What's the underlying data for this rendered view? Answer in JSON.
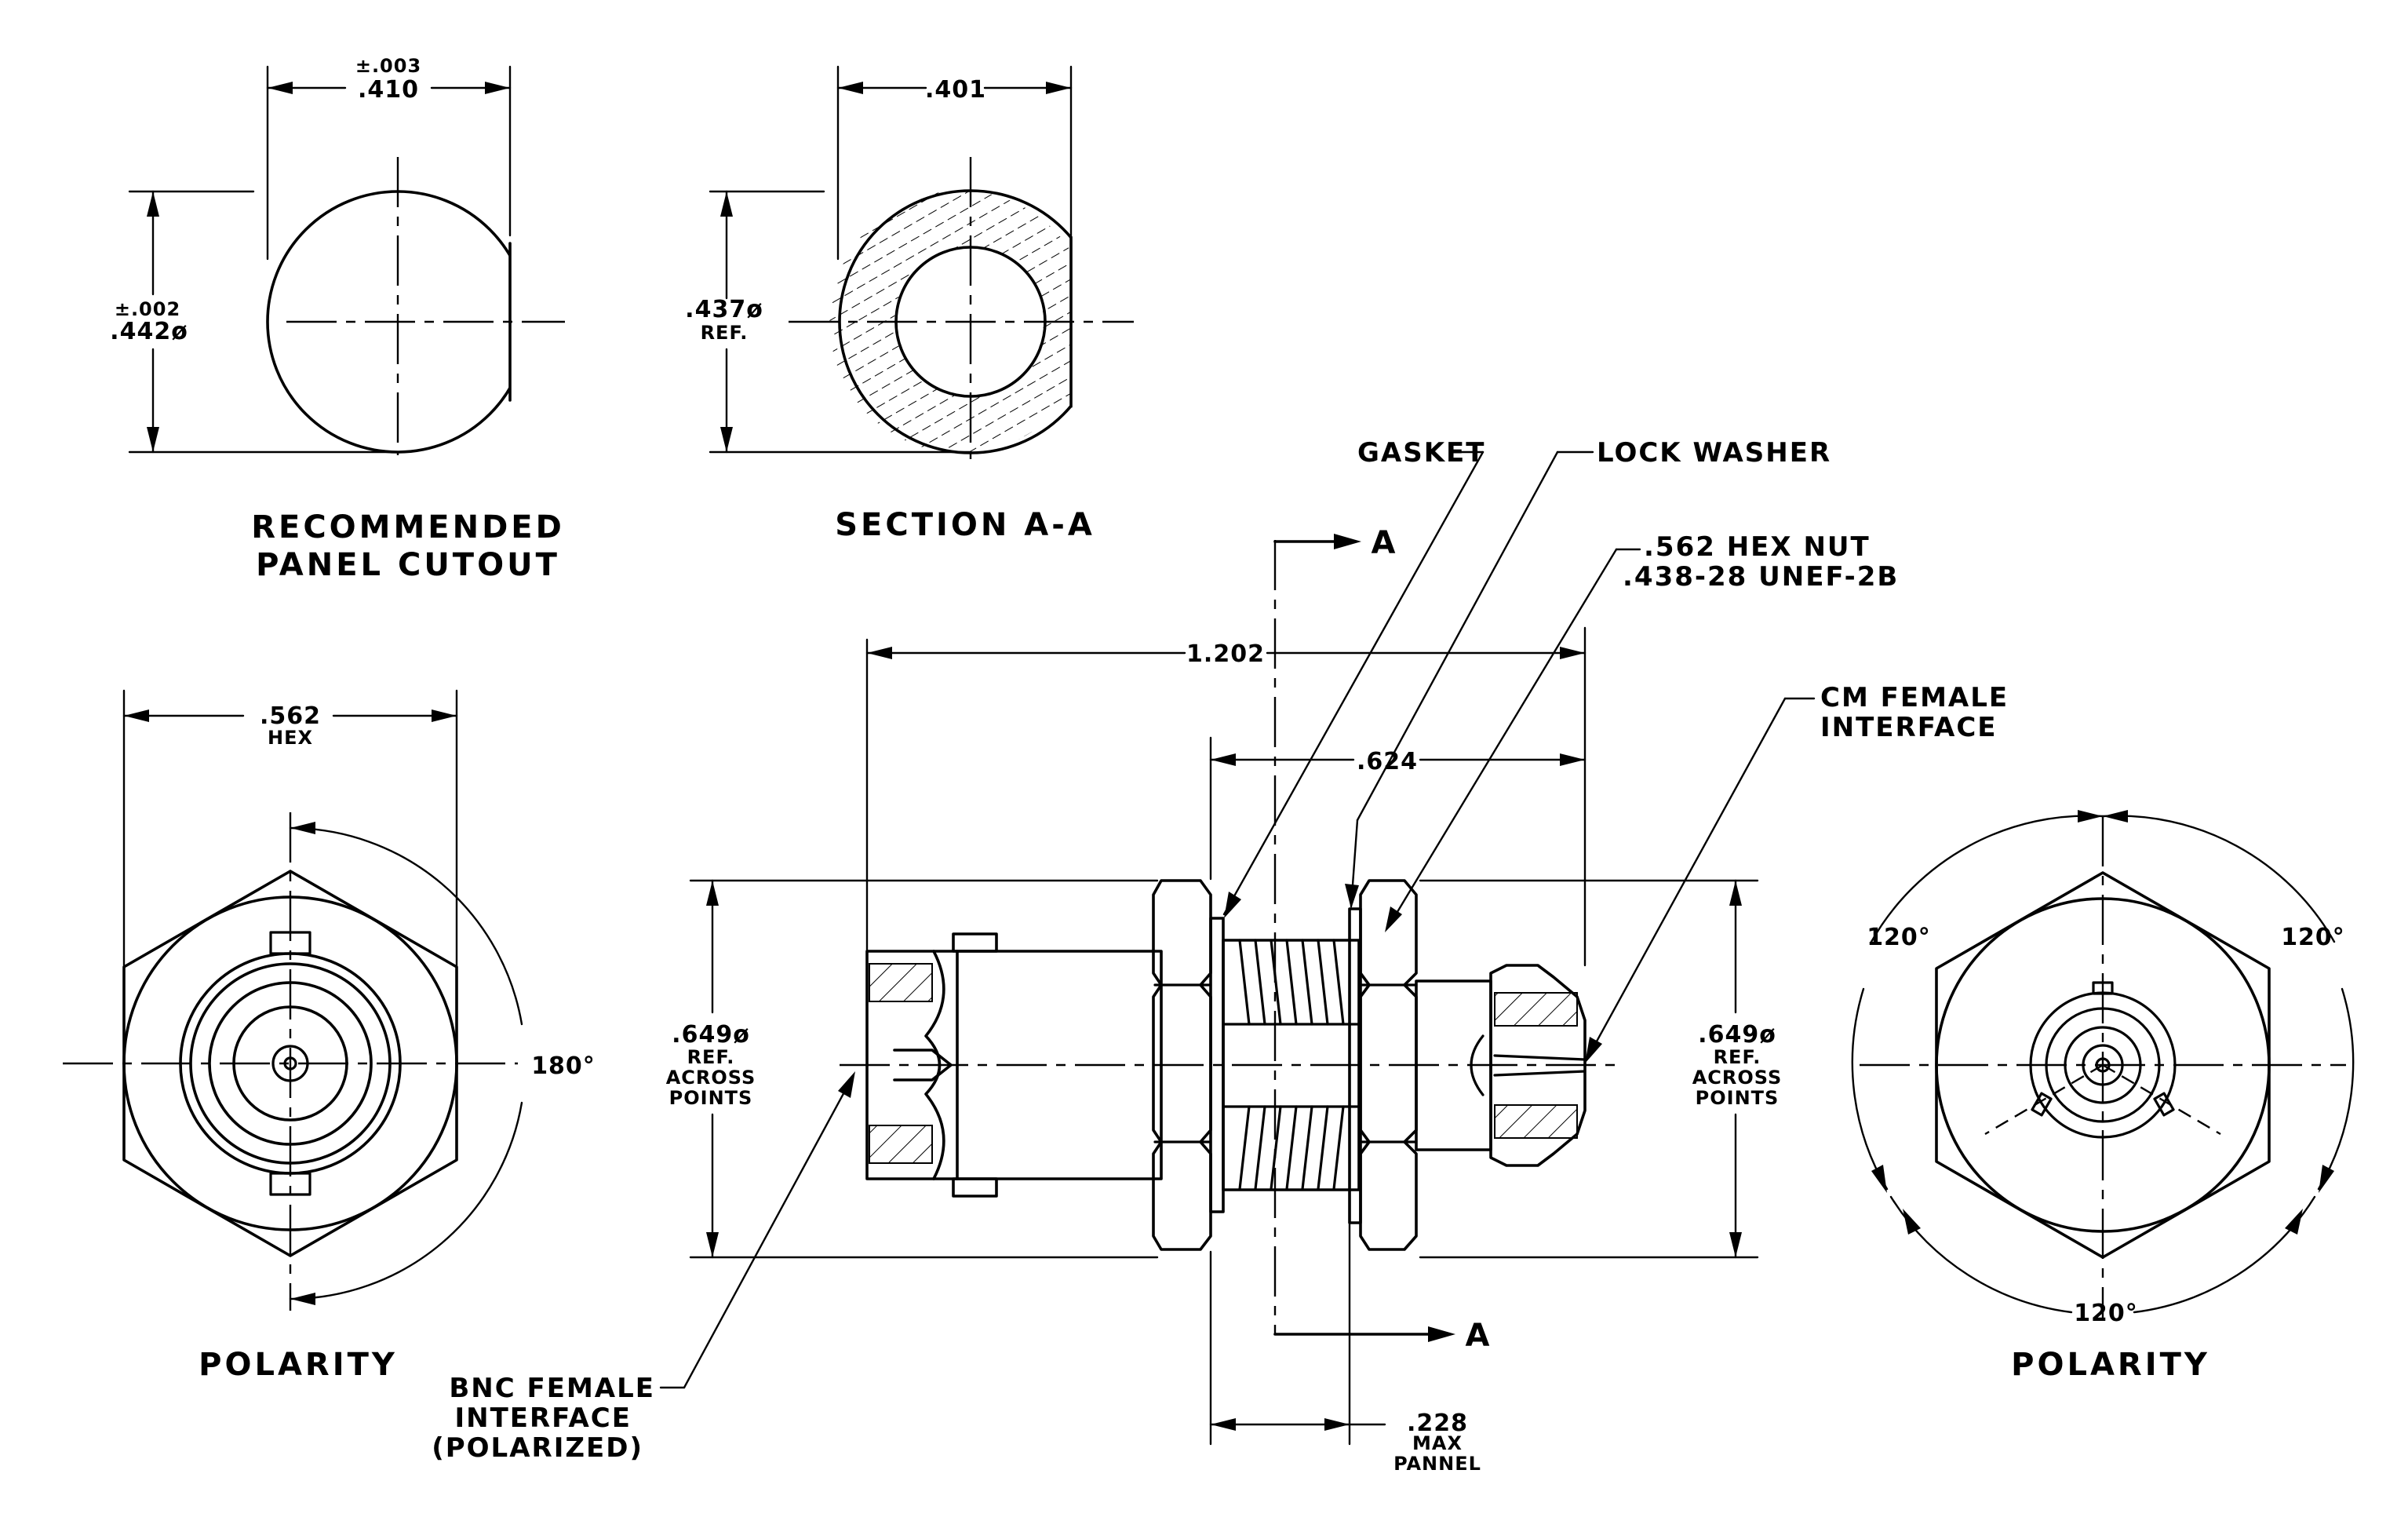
{
  "views": {
    "cutout": {
      "caption_line1": "RECOMMENDED",
      "caption_line2": "PANEL CUTOUT",
      "width_tol": "±.003",
      "width": ".410",
      "height_tol": "±.002",
      "height": ".442ø"
    },
    "section": {
      "caption": "SECTION A-A",
      "width": ".401",
      "dia": ".437ø",
      "dia_note": "REF."
    },
    "left_end": {
      "caption": "POLARITY",
      "hex_dim": ".562",
      "hex_note": "HEX",
      "angle": "180°"
    },
    "side": {
      "overall": "1.202",
      "thread_len": ".624",
      "panel_max": ".228",
      "panel_max_note1": "MAX",
      "panel_max_note2": "PANNEL",
      "left_dia": ".649ø",
      "right_dia": ".649ø",
      "dia_note1": "REF.",
      "dia_note2": "ACROSS",
      "dia_note3": "POINTS",
      "section_mark": "A",
      "gasket": "GASKET",
      "lock_washer": "LOCK WASHER",
      "hex_nut_line1": ".562 HEX NUT",
      "hex_nut_line2": ".438-28 UNEF-2B",
      "cm_line1": "CM FEMALE",
      "cm_line2": "INTERFACE",
      "bnc_line1": "BNC FEMALE",
      "bnc_line2": "INTERFACE",
      "bnc_line3": "(POLARIZED)"
    },
    "right_end": {
      "caption": "POLARITY",
      "angle_left": "120°",
      "angle_right": "120°",
      "angle_bottom": "120°"
    }
  }
}
